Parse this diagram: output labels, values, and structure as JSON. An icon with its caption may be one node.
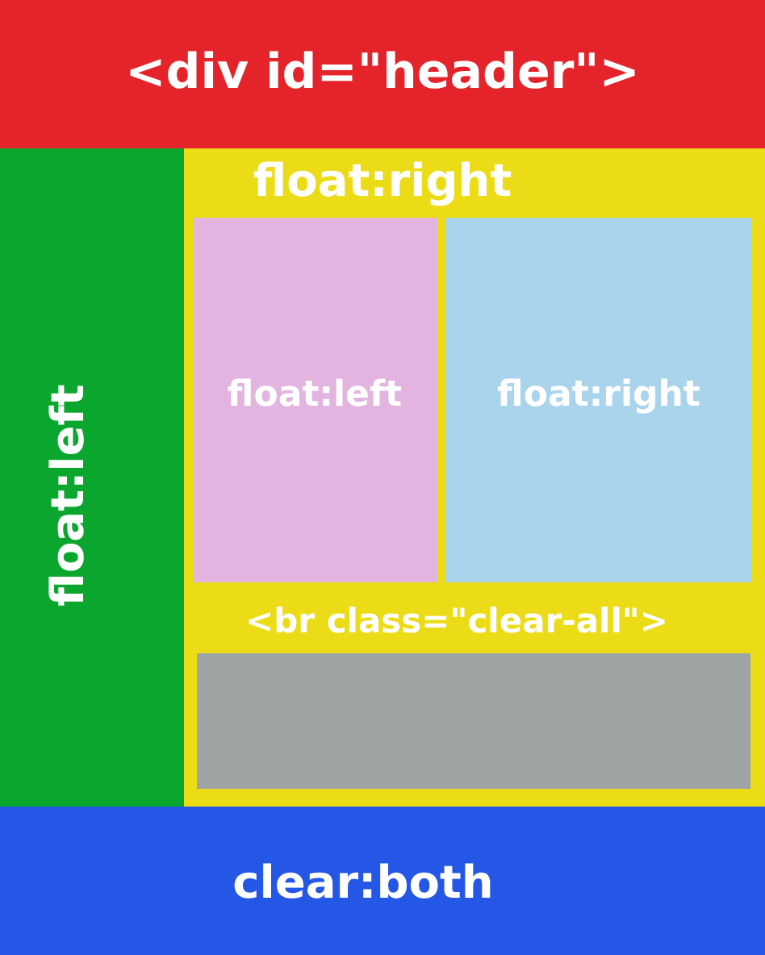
{
  "diagram": {
    "nodes": [
      {
        "text": [
          "<div id=\"header\">"
        ]
      },
      {
        "text": [
          "float:left"
        ]
      },
      {
        "text": [
          "float:right",
          "<br class=\"clear-all\">"
        ]
      },
      {
        "text": [
          "float:left"
        ],
        "in": 2
      },
      {
        "text": [
          "float:right"
        ],
        "in": 2
      },
      {
        "text": [],
        "shape": "box",
        "in": 2
      },
      {
        "text": [
          "clear:both"
        ]
      }
    ]
  }
}
